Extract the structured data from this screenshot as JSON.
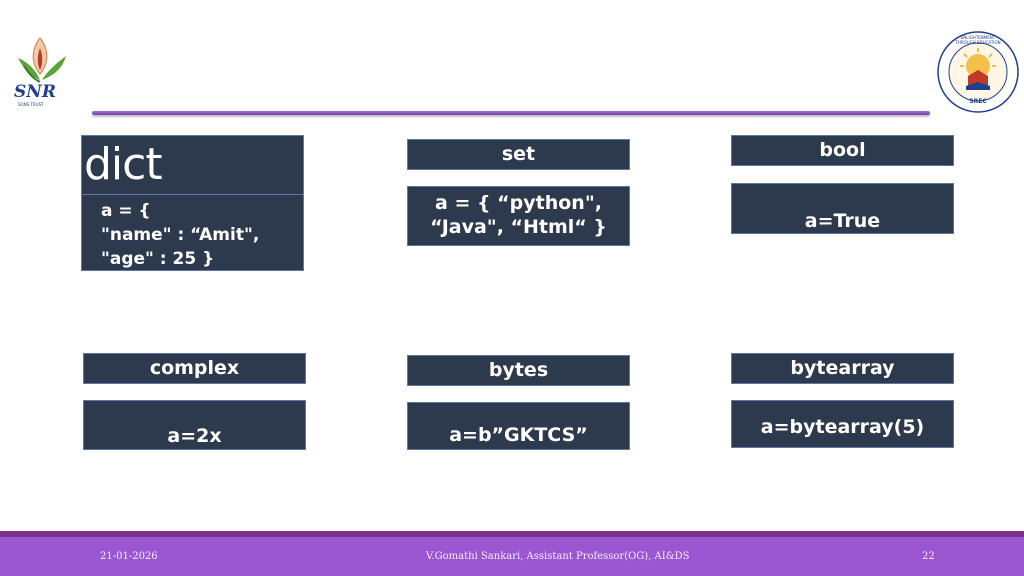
{
  "header": {
    "left_logo_text": "SNR",
    "left_logo_subtext": "SONS TRUST",
    "right_logo_text": "ENLIGHTENMENT THROUGH EDUCATION",
    "right_logo_subtext": "SREC"
  },
  "boxes": {
    "dict": {
      "title": "dict",
      "code": "a = {\n\"name\" : “Amit\",\n\"age\" : 25 }"
    },
    "set": {
      "title": "set",
      "code": "a = { “python\",\n“Java\", “Html“ }"
    },
    "bool": {
      "title": "bool",
      "code": "a=True"
    },
    "complex": {
      "title": "complex",
      "code": "a=2x"
    },
    "bytes": {
      "title": "bytes",
      "code": "a=b”GKTCS”"
    },
    "bytearray": {
      "title": "bytearray",
      "code": "a=bytearray(5)"
    }
  },
  "footer": {
    "date": "21-01-2026",
    "author": "V.Gomathi Sankari, Assistant Professor(OG), AI&DS",
    "page_number": "22"
  },
  "colors": {
    "box_fill": "#2d3a4d",
    "box_border": "#5b79a8",
    "rule": "#7b3fb0",
    "footer": "#9b56d2"
  }
}
